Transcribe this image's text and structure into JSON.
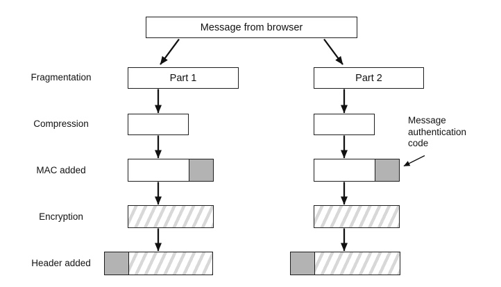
{
  "diagram": {
    "title": "Message from browser",
    "part1": "Part 1",
    "part2": "Part 2",
    "stages": {
      "fragmentation": "Fragmentation",
      "compression": "Compression",
      "mac": "MAC added",
      "encryption": "Encryption",
      "header": "Header added"
    },
    "annotation": "Message authentication code"
  },
  "colors": {
    "mac-gray": "#b3b3b3",
    "hatch-gray": "#d8d8d8",
    "line": "#111111"
  }
}
